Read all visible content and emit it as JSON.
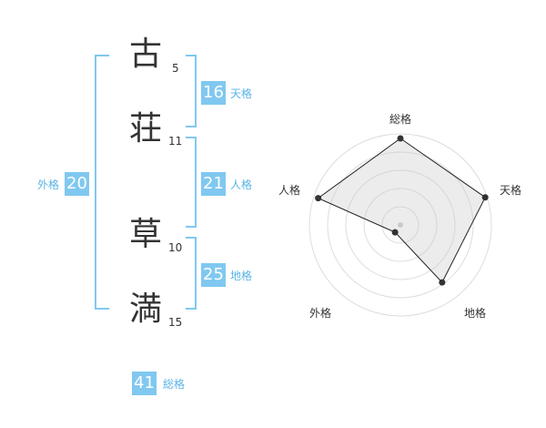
{
  "name_chars": [
    {
      "char": "古",
      "strokes": "5"
    },
    {
      "char": "荘",
      "strokes": "11"
    },
    {
      "char": "草",
      "strokes": "10"
    },
    {
      "char": "満",
      "strokes": "15"
    }
  ],
  "kaku": {
    "tenkaku": {
      "value": "16",
      "label": "天格"
    },
    "jinkaku": {
      "value": "21",
      "label": "人格"
    },
    "chikaku": {
      "value": "25",
      "label": "地格"
    },
    "gaikaku": {
      "value": "20",
      "label": "外格"
    },
    "soukaku": {
      "value": "41",
      "label": "総格"
    }
  },
  "colors": {
    "accent": "#80c8f0",
    "label": "#5ab4e6",
    "text": "#333333"
  },
  "chart_data": {
    "type": "radar",
    "axes": [
      "総格",
      "天格",
      "地格",
      "外格",
      "人格"
    ],
    "values": [
      0.95,
      0.98,
      0.78,
      0.1,
      0.95
    ],
    "range": [
      0,
      1
    ],
    "rings": 5,
    "grid": true
  }
}
